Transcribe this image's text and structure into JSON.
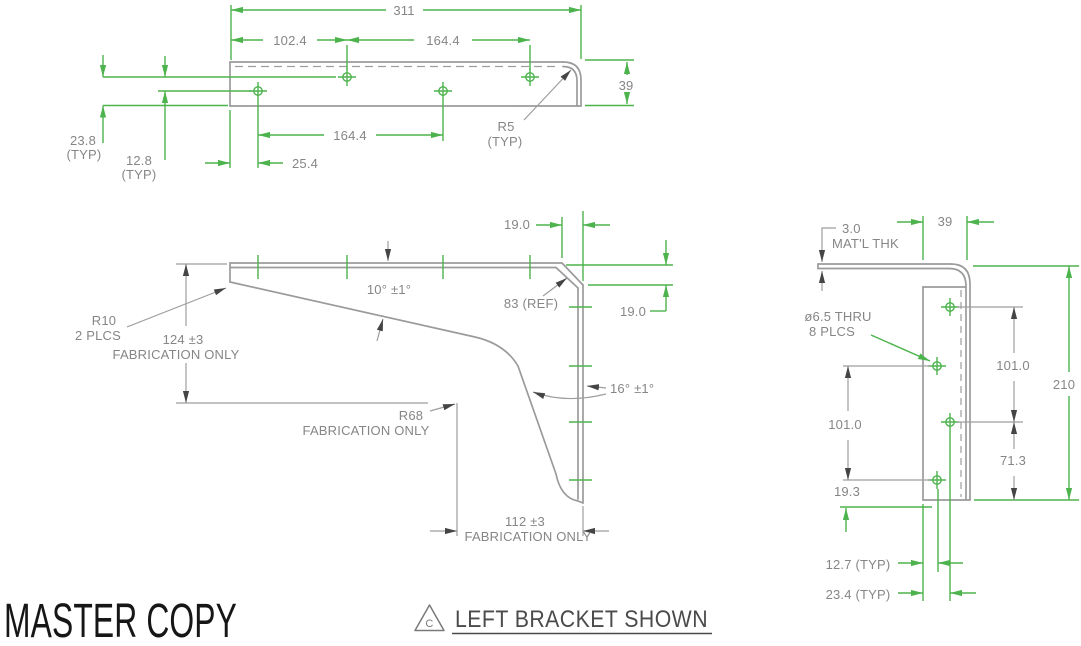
{
  "top_view": {
    "overall_width": "311",
    "hole_span_left": "102.4",
    "hole_span_right": "164.4",
    "flange_width": "39",
    "hole_span_bottom": "164.4",
    "edge_to_hole": "25.4",
    "row_offset_a": "23.8",
    "row_offset_a_typ": "(TYP)",
    "row_offset_b": "12.8",
    "row_offset_b_typ": "(TYP)",
    "bend_radius": "R5",
    "bend_radius_typ": "(TYP)"
  },
  "side_view": {
    "chamfer_width": "19.0",
    "top_angle": "10° ±1°",
    "chamfer_ref": "83 (REF)",
    "chamfer_height": "19.0",
    "corner_radius": "R10",
    "corner_radius_note": "2 PLCS",
    "height": "124 ±3",
    "height_note": "FABRICATION ONLY",
    "leg_angle": "16° ±1°",
    "brace_radius": "R68",
    "brace_radius_note": "FABRICATION ONLY",
    "depth": "112 ±3",
    "depth_note": "FABRICATION ONLY"
  },
  "end_view": {
    "thickness": "3.0",
    "thickness_label": "MAT'L THK",
    "flange_width": "39",
    "hole_callout_line1": "ø6.5 THRU",
    "hole_callout_line2": "8 PLCS",
    "hole_pitch_right": "101.0",
    "overall_height": "210",
    "hole_pitch_left": "101.0",
    "bottom_hole_offset": "71.3",
    "bottom_edge_offset": "19.3",
    "col_offset_a": "12.7 (TYP)",
    "col_offset_b": "23.4 (TYP)"
  },
  "footer": {
    "watermark": "MASTER COPY",
    "flag_letter": "C",
    "note": "LEFT BRACKET SHOWN"
  },
  "colors": {
    "dimension_green": "#4db34d",
    "line_gray": "#9b9b9b",
    "dim_text_gray": "#868686",
    "arrow_dark": "#454545",
    "watermark_black": "#161616"
  }
}
